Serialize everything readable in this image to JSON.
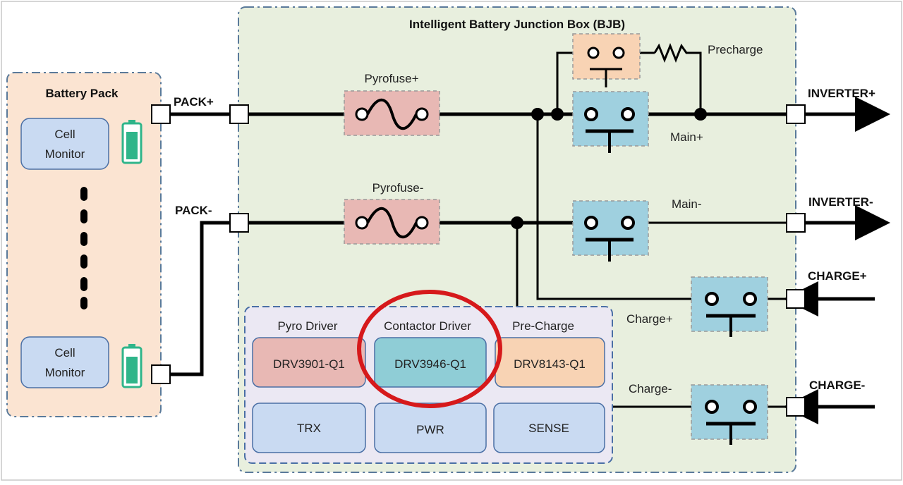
{
  "bjb": {
    "title": "Intelligent Battery Junction Box (BJB)"
  },
  "battery_pack": {
    "title": "Battery Pack",
    "cell_top": [
      "Cell",
      "Monitor"
    ],
    "cell_bottom": [
      "Cell",
      "Monitor"
    ]
  },
  "terminals": {
    "pack_plus": "PACK+",
    "pack_minus": "PACK-",
    "inverter_plus": "INVERTER+",
    "inverter_minus": "INVERTER-",
    "charge_plus": "CHARGE+",
    "charge_minus": "CHARGE-"
  },
  "components": {
    "pyrofuse_plus": "Pyrofuse+",
    "pyrofuse_minus": "Pyrofuse-",
    "precharge": "Precharge",
    "main_plus": "Main+",
    "main_minus": "Main-",
    "charge_plus": "Charge+",
    "charge_minus": "Charge-"
  },
  "drivers": {
    "pyro_header": "Pyro Driver",
    "contactor_header": "Contactor Driver",
    "precharge_header": "Pre-Charge",
    "pyro_chip": "DRV3901-Q1",
    "contactor_chip": "DRV3946-Q1",
    "precharge_chip": "DRV8143-Q1",
    "trx": "TRX",
    "pwr": "PWR",
    "sense": "SENSE"
  },
  "colors": {
    "bjb_fill": "#e8efde",
    "pack_fill": "#fbe4d2",
    "fuse_fill": "#e8b8b4",
    "contactor_fill": "#9fd0df",
    "precharge_fill": "#f8d3b4",
    "driver_panel_fill": "#ebe8f3",
    "cell_fill": "#c9daf2",
    "contactor_chip_fill": "#8fcdd6",
    "highlight_ring": "#d6191b",
    "battery_green": "#2fb58a"
  }
}
